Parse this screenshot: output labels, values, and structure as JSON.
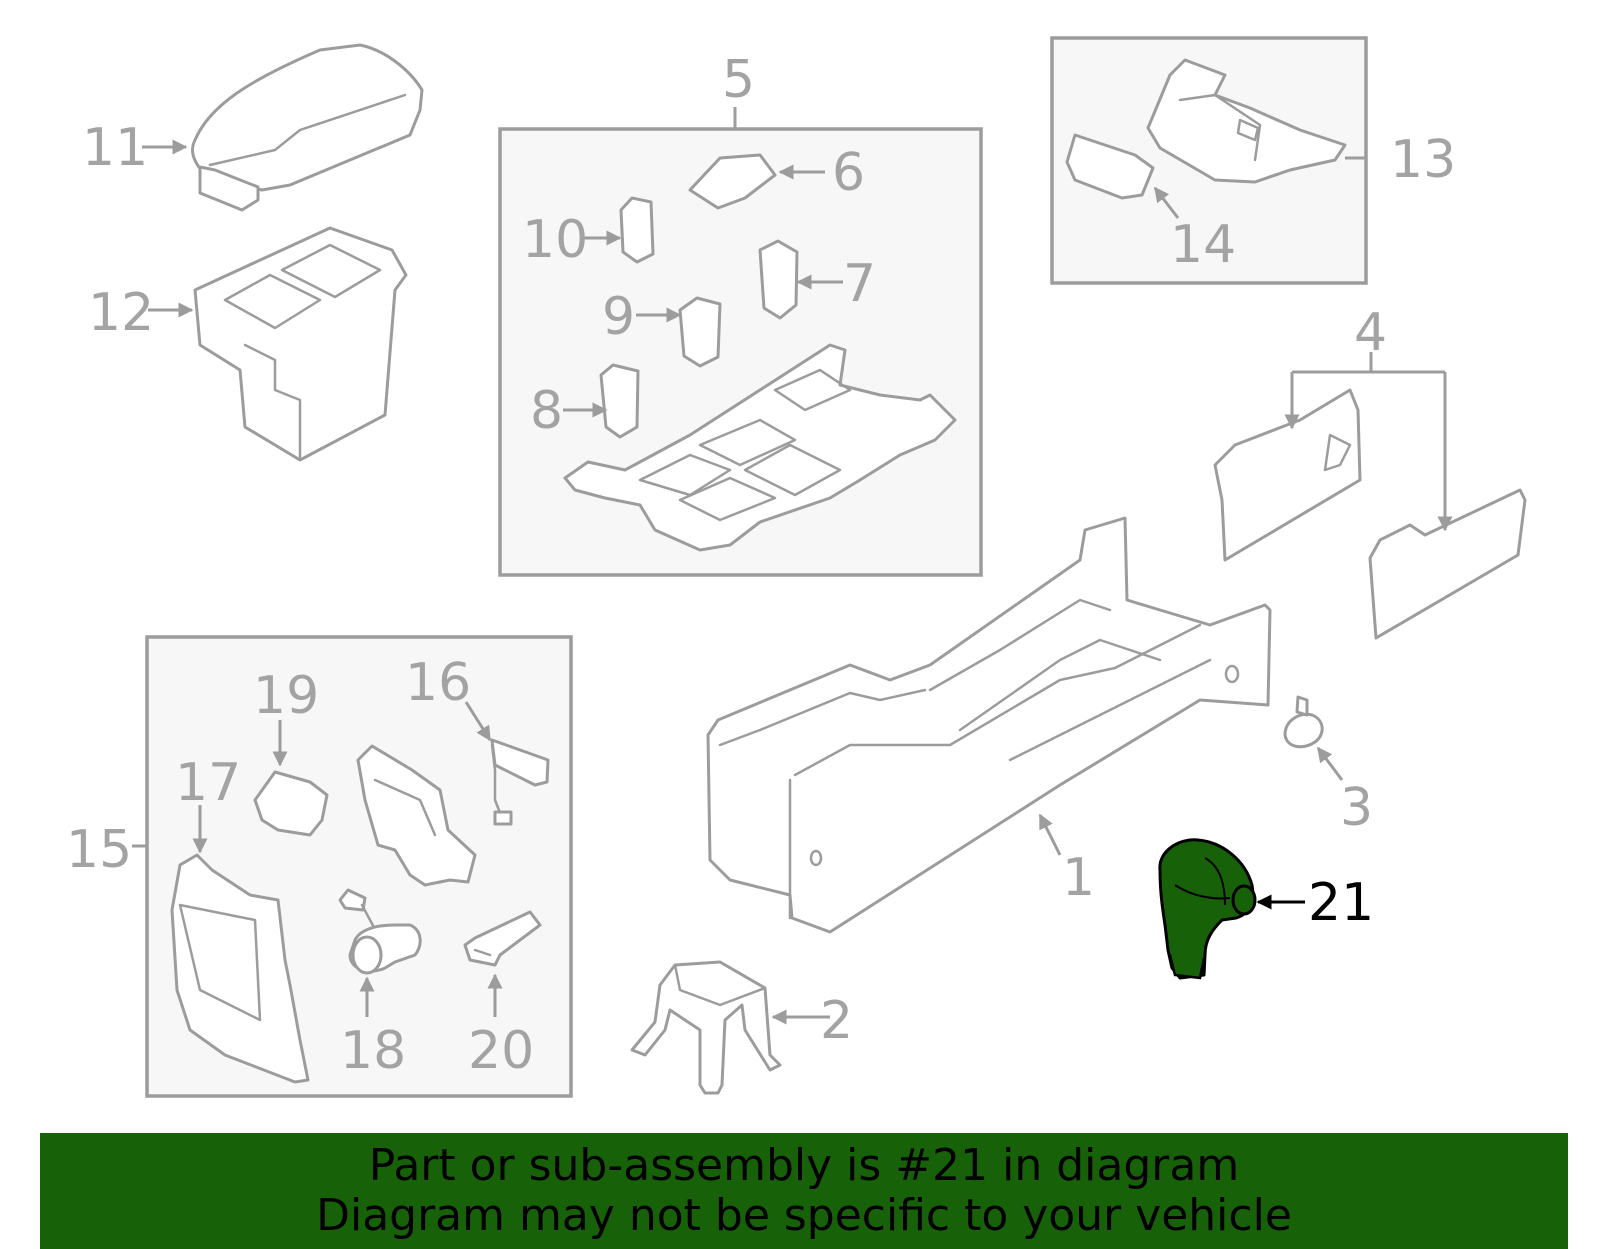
{
  "labels": {
    "p1": "1",
    "p2": "2",
    "p3": "3",
    "p4": "4",
    "p5": "5",
    "p6": "6",
    "p7": "7",
    "p8": "8",
    "p9": "9",
    "p10": "10",
    "p11": "11",
    "p12": "12",
    "p13": "13",
    "p14": "14",
    "p15": "15",
    "p16": "16",
    "p17": "17",
    "p18": "18",
    "p19": "19",
    "p20": "20",
    "p21": "21"
  },
  "highlight_part": "21",
  "colors": {
    "line": "#9c9c9c",
    "label": "#a3a3a3",
    "box_fill": "#f7f7f7",
    "highlight_fill": "#176109",
    "banner_bg": "#176109",
    "banner_text": "#000000"
  },
  "banner": {
    "line1": "Part or sub-assembly is #21 in diagram",
    "line2": "Diagram may not be specific to your vehicle"
  }
}
